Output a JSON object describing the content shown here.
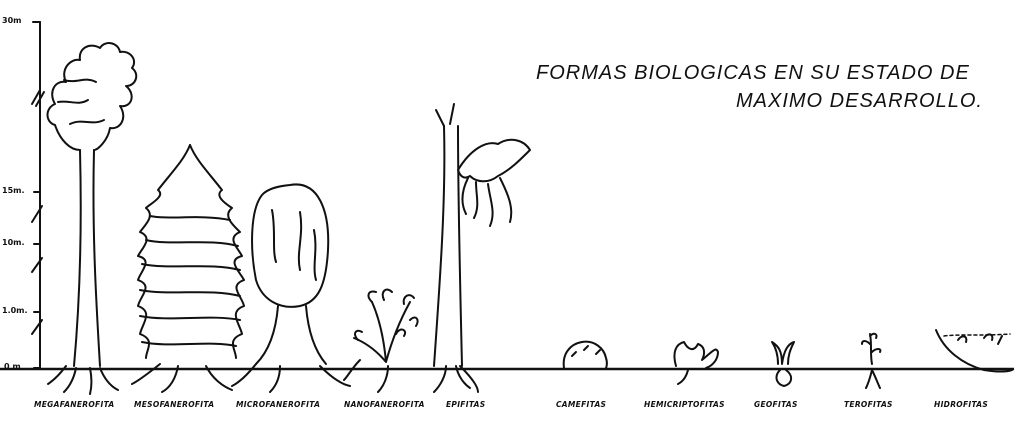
{
  "title": {
    "line1": "FORMAS BIOLOGICAS EN SU ESTADO DE",
    "line2": "MAXIMO DESARROLLO."
  },
  "axis": {
    "ticks": [
      "30m",
      "15m.",
      "10m.",
      "1.0m.",
      "0 m"
    ]
  },
  "plants": [
    {
      "label": "MEGAFANEROFITA"
    },
    {
      "label": "MESOFANEROFITA"
    },
    {
      "label": "MICROFANEROFITA"
    },
    {
      "label": "NANOFANEROFITA"
    },
    {
      "label": "EPIFITAS"
    },
    {
      "label": "CAMEFITAS"
    },
    {
      "label": "HEMICRIPTOFITAS"
    },
    {
      "label": "GEOFITAS"
    },
    {
      "label": "TEROFITAS"
    },
    {
      "label": "HIDROFITAS"
    }
  ]
}
